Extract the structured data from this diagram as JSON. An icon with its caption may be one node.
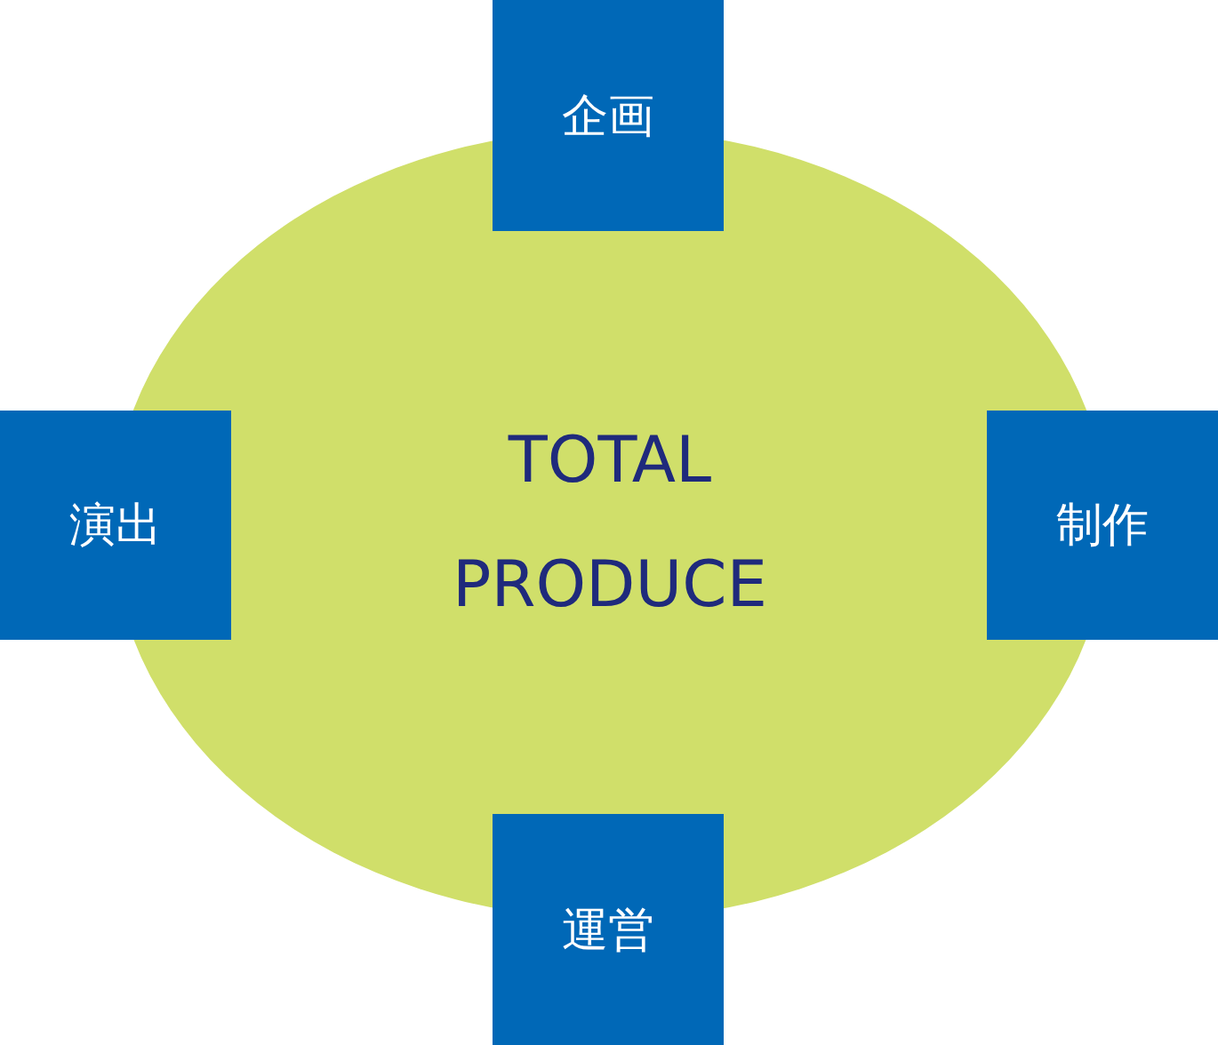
{
  "diagram": {
    "nodes": [
      {
        "text": [
          "TOTAL PRODUCE"
        ]
      },
      {
        "text": [
          "企画"
        ]
      },
      {
        "text": [
          "演出"
        ]
      },
      {
        "text": [
          "制作"
        ]
      },
      {
        "text": [
          "運営"
        ]
      }
    ]
  }
}
